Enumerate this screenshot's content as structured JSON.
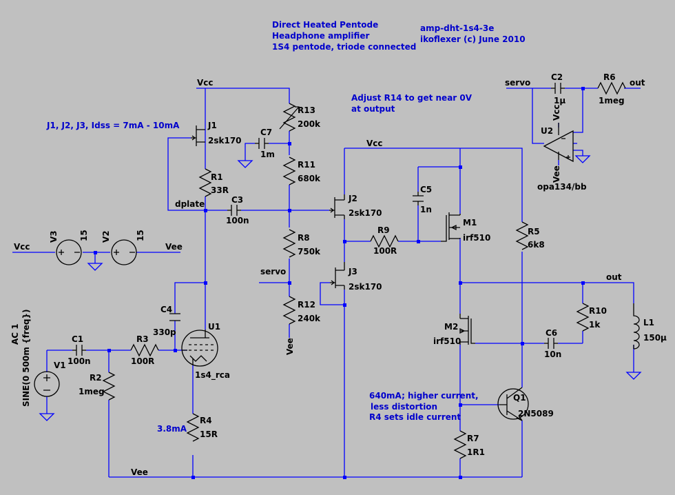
{
  "notes": {
    "title_line1": "Direct Heated Pentode",
    "title_line2": "Headphone amplifier",
    "title_line3": "1S4 pentode, triode connected",
    "file_name": "amp-dht-1s4-3e",
    "author": "ikoflexer (c) June 2010",
    "adjust_line1": "Adjust R14 to get near 0V",
    "adjust_line2": "at output",
    "jfet_note": "J1, J2, J3, Idss = 7mA - 10mA",
    "current_note1": "640mA; higher current,",
    "current_note2": "less distortion",
    "current_note3": "R4 sets idle current",
    "tube_current": "3.8mA"
  },
  "components": {
    "J1": {
      "ref": "J1",
      "value": "2sk170"
    },
    "J2": {
      "ref": "J2",
      "value": "2sk170"
    },
    "J3": {
      "ref": "J3",
      "value": "2sk170"
    },
    "R1": {
      "ref": "R1",
      "value": "33R"
    },
    "R2": {
      "ref": "R2",
      "value": "1meg"
    },
    "R3": {
      "ref": "R3",
      "value": "100R"
    },
    "R4": {
      "ref": "R4",
      "value": "15R"
    },
    "R5": {
      "ref": "R5",
      "value": "6k8"
    },
    "R6": {
      "ref": "R6",
      "value": "1meg"
    },
    "R7": {
      "ref": "R7",
      "value": "1R1"
    },
    "R8": {
      "ref": "R8",
      "value": "750k"
    },
    "R9": {
      "ref": "R9",
      "value": "100R"
    },
    "R10": {
      "ref": "R10",
      "value": "1k"
    },
    "R11": {
      "ref": "R11",
      "value": "680k"
    },
    "R12": {
      "ref": "R12",
      "value": "240k"
    },
    "R13": {
      "ref": "R13",
      "value": "200k"
    },
    "C1": {
      "ref": "C1",
      "value": "100n"
    },
    "C2": {
      "ref": "C2",
      "value": "1µ"
    },
    "C3": {
      "ref": "C3",
      "value": "100n"
    },
    "C4": {
      "ref": "C4",
      "value": "330p"
    },
    "C5": {
      "ref": "C5",
      "value": "1n"
    },
    "C6": {
      "ref": "C6",
      "value": "10n"
    },
    "C7": {
      "ref": "C7",
      "value": "1m"
    },
    "L1": {
      "ref": "L1",
      "value": "150µ"
    },
    "M1": {
      "ref": "M1",
      "value": "irf510"
    },
    "M2": {
      "ref": "M2",
      "value": "irf510"
    },
    "Q1": {
      "ref": "Q1",
      "value": "2N5089"
    },
    "U1": {
      "ref": "U1",
      "value": "1s4_rca"
    },
    "U2": {
      "ref": "U2",
      "value": "opa134/bb"
    },
    "V1": {
      "ref": "V1",
      "ac": "AC 1",
      "value": "SINE(0 500m {freq})"
    },
    "V2": {
      "ref": "V2",
      "value": "15"
    },
    "V3": {
      "ref": "V3",
      "value": "15"
    }
  },
  "nets": {
    "vcc": "Vcc",
    "vee": "Vee",
    "dplate": "dplate",
    "servo": "servo",
    "out": "out"
  },
  "colors": {
    "background": "#c0c0c0",
    "wire": "#0000ff",
    "component": "#000000",
    "note": "#0000cc"
  }
}
